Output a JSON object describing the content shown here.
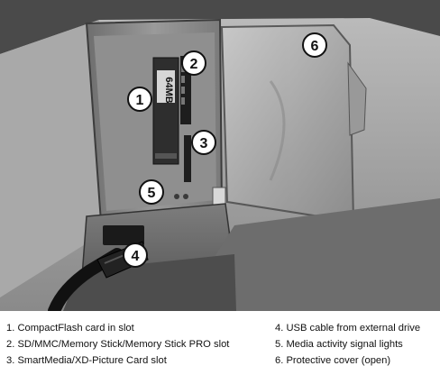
{
  "photo": {
    "alt": "Printer memory card slot area with protective cover open",
    "card_label": "64MB",
    "callouts": [
      "1",
      "2",
      "3",
      "4",
      "5",
      "6"
    ]
  },
  "legend": {
    "left": [
      "1. CompactFlash card in slot",
      "2. SD/MMC/Memory Stick/Memory Stick PRO slot",
      "3. SmartMedia/XD-Picture Card slot"
    ],
    "right": [
      "4. USB cable from external drive",
      "5. Media activity signal lights",
      "6. Protective cover (open)"
    ]
  }
}
